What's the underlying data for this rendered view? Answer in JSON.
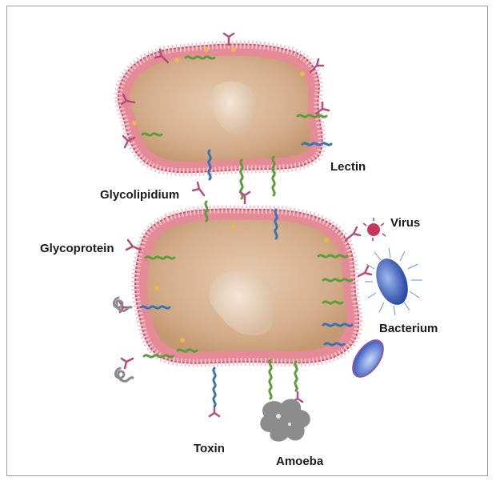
{
  "labels": {
    "lectin": "Lectin",
    "glycolipidium": "Glycolipidium",
    "glycoprotein": "Glycoprotein",
    "virus": "Virus",
    "bacterium": "Bacterium",
    "toxin": "Toxin",
    "amoeba": "Amoeba"
  },
  "colors": {
    "cytoplasm": "#d4b393",
    "membrane": "#e07a88",
    "nucleus": "#e2cbb6",
    "green_helix": "#5a9e3a",
    "blue_helix": "#3a74b0",
    "sugar": "#b64d78",
    "virus": "#c8385c",
    "bacterium": "#3b5fb8",
    "toxin": "#8a8a8a",
    "amoeba": "#8c8c8c"
  }
}
